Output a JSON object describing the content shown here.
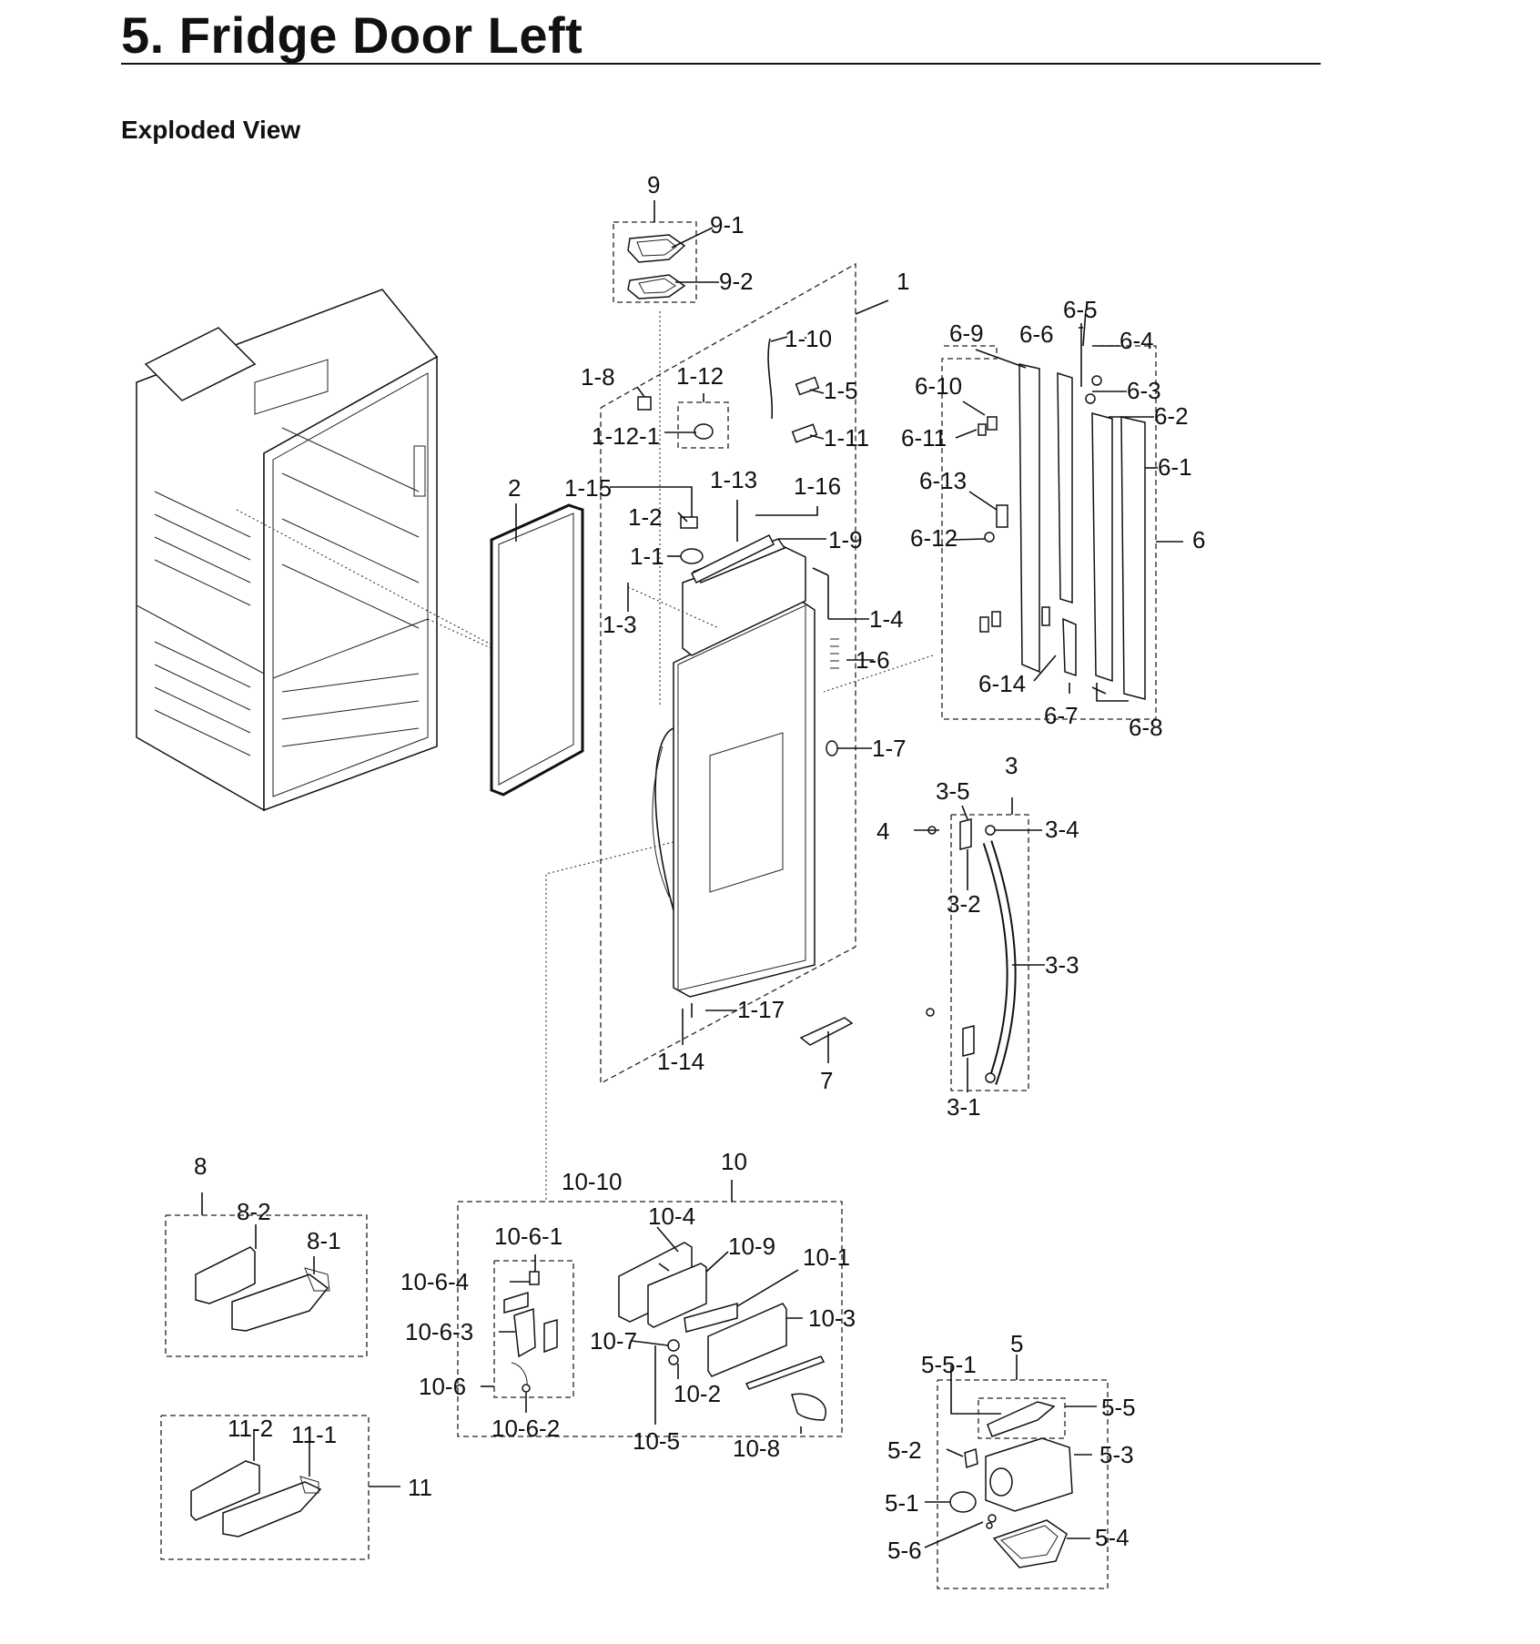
{
  "header": {
    "title": "5.  Fridge Door Left",
    "section": "Exploded View"
  },
  "labels": {
    "l9": "9",
    "l9_1": "9-1",
    "l9_2": "9-2",
    "l1": "1",
    "l1_1": "1-1",
    "l1_2": "1-2",
    "l1_3": "1-3",
    "l1_4": "1-4",
    "l1_5": "1-5",
    "l1_6": "1-6",
    "l1_7": "1-7",
    "l1_8": "1-8",
    "l1_9": "1-9",
    "l1_10": "1-10",
    "l1_11": "1-11",
    "l1_12": "1-12",
    "l1_12_1": "1-12-1",
    "l1_13": "1-13",
    "l1_14": "1-14",
    "l1_15": "1-15",
    "l1_16": "1-16",
    "l1_17": "1-17",
    "l2": "2",
    "l6": "6",
    "l6_1": "6-1",
    "l6_2": "6-2",
    "l6_3": "6-3",
    "l6_4": "6-4",
    "l6_5": "6-5",
    "l6_6": "6-6",
    "l6_7": "6-7",
    "l6_8": "6-8",
    "l6_9": "6-9",
    "l6_10": "6-10",
    "l6_11": "6-11",
    "l6_12": "6-12",
    "l6_13": "6-13",
    "l6_14": "6-14",
    "l3": "3",
    "l3_1": "3-1",
    "l3_2": "3-2",
    "l3_3": "3-3",
    "l3_4": "3-4",
    "l3_5": "3-5",
    "l4": "4",
    "l7": "7",
    "l8": "8",
    "l8_1": "8-1",
    "l8_2": "8-2",
    "l10": "10",
    "l10_1": "10-1",
    "l10_2": "10-2",
    "l10_3": "10-3",
    "l10_4": "10-4",
    "l10_5": "10-5",
    "l10_6": "10-6",
    "l10_6_1": "10-6-1",
    "l10_6_2": "10-6-2",
    "l10_6_3": "10-6-3",
    "l10_6_4": "10-6-4",
    "l10_7": "10-7",
    "l10_8": "10-8",
    "l10_9": "10-9",
    "l10_10": "10-10",
    "l11": "11",
    "l11_1": "11-1",
    "l11_2": "11-2",
    "l5": "5",
    "l5_1": "5-1",
    "l5_2": "5-2",
    "l5_3": "5-3",
    "l5_4": "5-4",
    "l5_5": "5-5",
    "l5_5_1": "5-5-1",
    "l5_6": "5-6"
  }
}
